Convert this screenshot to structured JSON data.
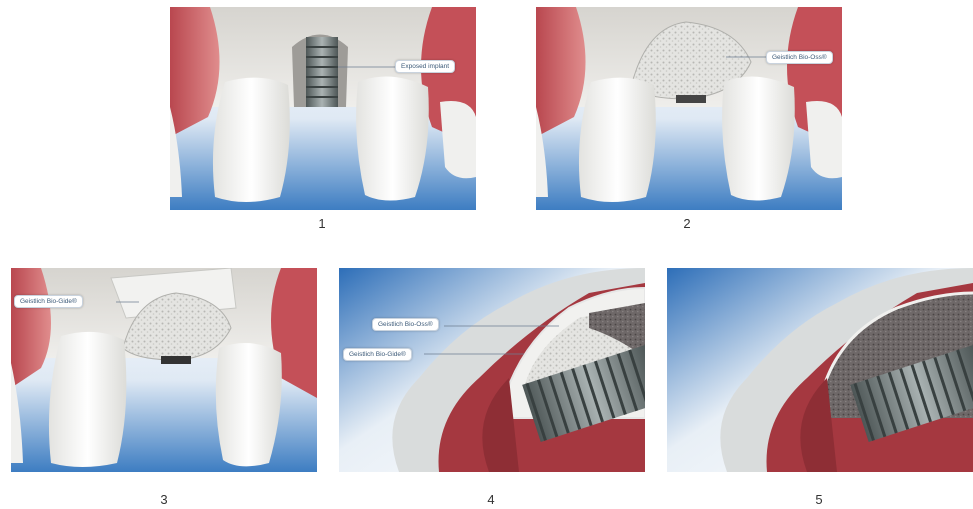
{
  "panels": [
    {
      "number": "1",
      "callouts": [
        "Exposed implant"
      ]
    },
    {
      "number": "2",
      "callouts": [
        "Geistlich Bio-Oss®"
      ]
    },
    {
      "number": "3",
      "callouts": [
        "Geistlich Bio-Gide®"
      ]
    },
    {
      "number": "4",
      "callouts": [
        "Geistlich Bio-Oss®",
        "Geistlich Bio-Gide®"
      ]
    },
    {
      "number": "5",
      "callouts": []
    }
  ],
  "colors": {
    "gum": "#c2545a",
    "gum_dark": "#8e2e35",
    "bone": "#e8e6e2",
    "tooth": "#f7f7f5",
    "background_blue": "#4d86c6",
    "implant_metal": "#6c7474",
    "graft": "#d9d9d6"
  },
  "icons": [
    "exposed-implant-illustration",
    "bone-graft-illustration",
    "membrane-illustration",
    "cross-section-illustration"
  ]
}
